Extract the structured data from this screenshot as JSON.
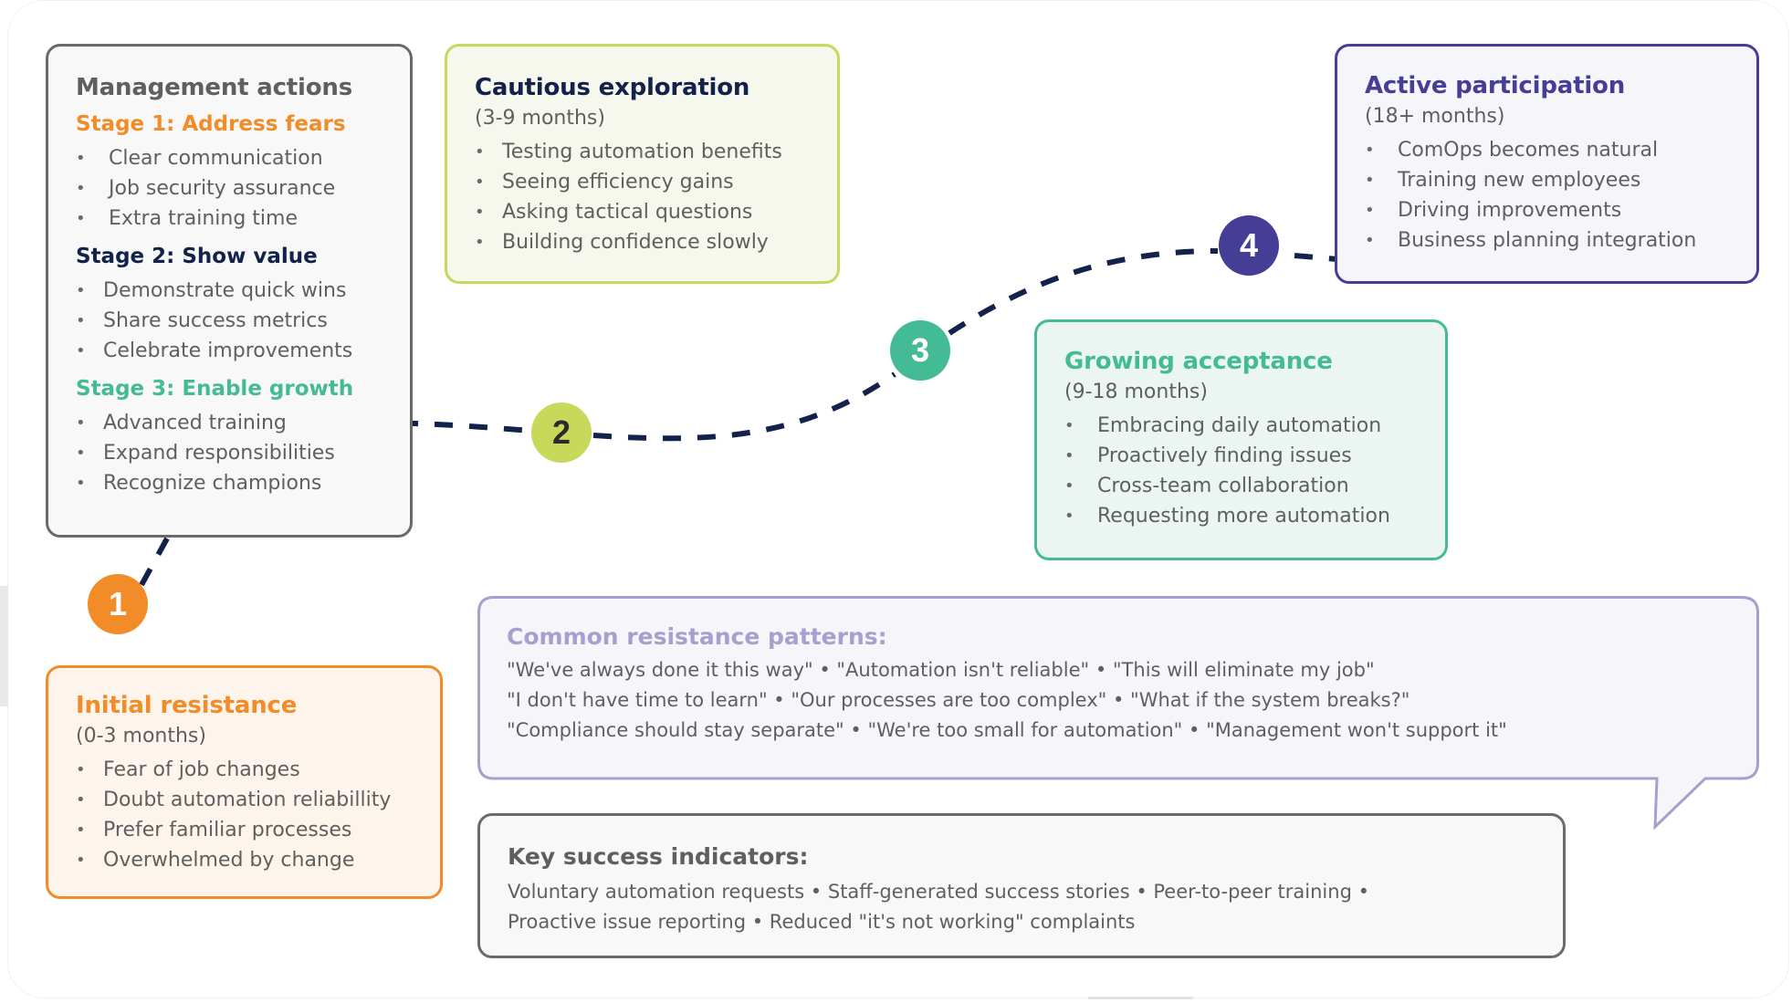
{
  "colors": {
    "orange": "#f28c28",
    "lime": "#c8d85a",
    "green": "#44bb94",
    "purple": "#463e96",
    "navy": "#13224a",
    "gray": "#5f5f5f",
    "lavender": "#a89fcf"
  },
  "management": {
    "title": "Management actions",
    "stages": [
      {
        "title": "Stage 1: Address fears",
        "items": [
          "Clear communication",
          "Job security assurance",
          "Extra training time"
        ]
      },
      {
        "title": "Stage 2: Show value",
        "items": [
          "Demonstrate quick wins",
          "Share success metrics",
          "Celebrate improvements"
        ]
      },
      {
        "title": "Stage 3: Enable growth",
        "items": [
          "Advanced training",
          "Expand responsibilities",
          "Recognize champions"
        ]
      }
    ]
  },
  "phases": {
    "initial": {
      "step": "1",
      "title": "Initial resistance",
      "period": "(0-3 months)",
      "items": [
        "Fear of job changes",
        "Doubt automation reliabillity",
        "Prefer familiar processes",
        "Overwhelmed by change"
      ]
    },
    "cautious": {
      "step": "2",
      "title": "Cautious exploration",
      "period": "(3-9 months)",
      "items": [
        "Testing automation benefits",
        "Seeing efficiency gains",
        "Asking tactical questions",
        "Building confidence slowly"
      ]
    },
    "growing": {
      "step": "3",
      "title": "Growing acceptance",
      "period": "(9-18 months)",
      "items": [
        "Embracing daily automation",
        "Proactively finding issues",
        "Cross-team collaboration",
        "Requesting more automation"
      ]
    },
    "active": {
      "step": "4",
      "title": "Active participation",
      "period": "(18+ months)",
      "items": [
        "ComOps becomes natural",
        "Training new employees",
        "Driving improvements",
        "Business planning integration"
      ]
    }
  },
  "resistance": {
    "title": "Common resistance patterns:",
    "lines": [
      "\"We've always done it this way\" • \"Automation isn't reliable\" • \"This will eliminate my job\"",
      "\"I don't have time to learn\" • \"Our processes are too complex\" • \"What if the system breaks?\"",
      "\"Compliance should stay separate\" • \"We're too small for automation\" • \"Management won't support it\""
    ]
  },
  "key_indicators": {
    "title": "Key success indicators:",
    "lines": [
      "Voluntary automation requests • Staff-generated success stories • Peer-to-peer training •",
      "Proactive issue reporting • Reduced \"it's not working\" complaints"
    ]
  },
  "bullet": "•"
}
